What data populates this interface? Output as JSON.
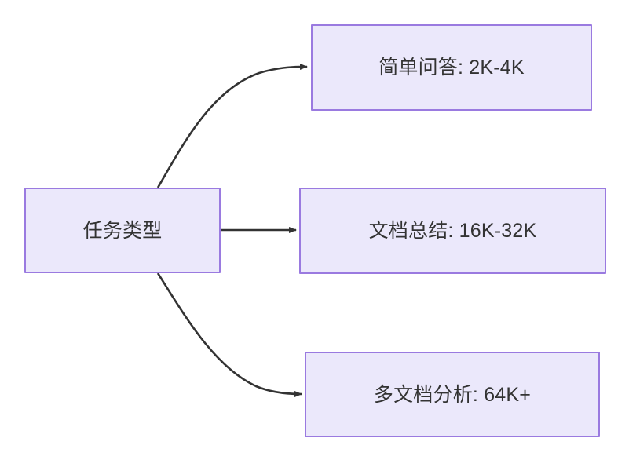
{
  "diagram": {
    "type": "flowchart",
    "direction": "left-to-right",
    "background_color": "#ffffff",
    "node_fill_color": "#ebe8fb",
    "node_border_color": "#9a7ae0",
    "node_text_color": "#333333",
    "edge_color": "#333333",
    "root": {
      "id": "root",
      "label": "任务类型"
    },
    "branches": [
      {
        "id": "simple-qa",
        "label": "简单问答: 2K-4K",
        "task": "简单问答",
        "context_length": "2K-4K",
        "edge_style": "curved"
      },
      {
        "id": "doc-summary",
        "label": "文档总结: 16K-32K",
        "task": "文档总结",
        "context_length": "16K-32K",
        "edge_style": "straight"
      },
      {
        "id": "multi-doc",
        "label": "多文档分析: 64K+",
        "task": "多文档分析",
        "context_length": "64K+",
        "edge_style": "curved"
      }
    ]
  }
}
